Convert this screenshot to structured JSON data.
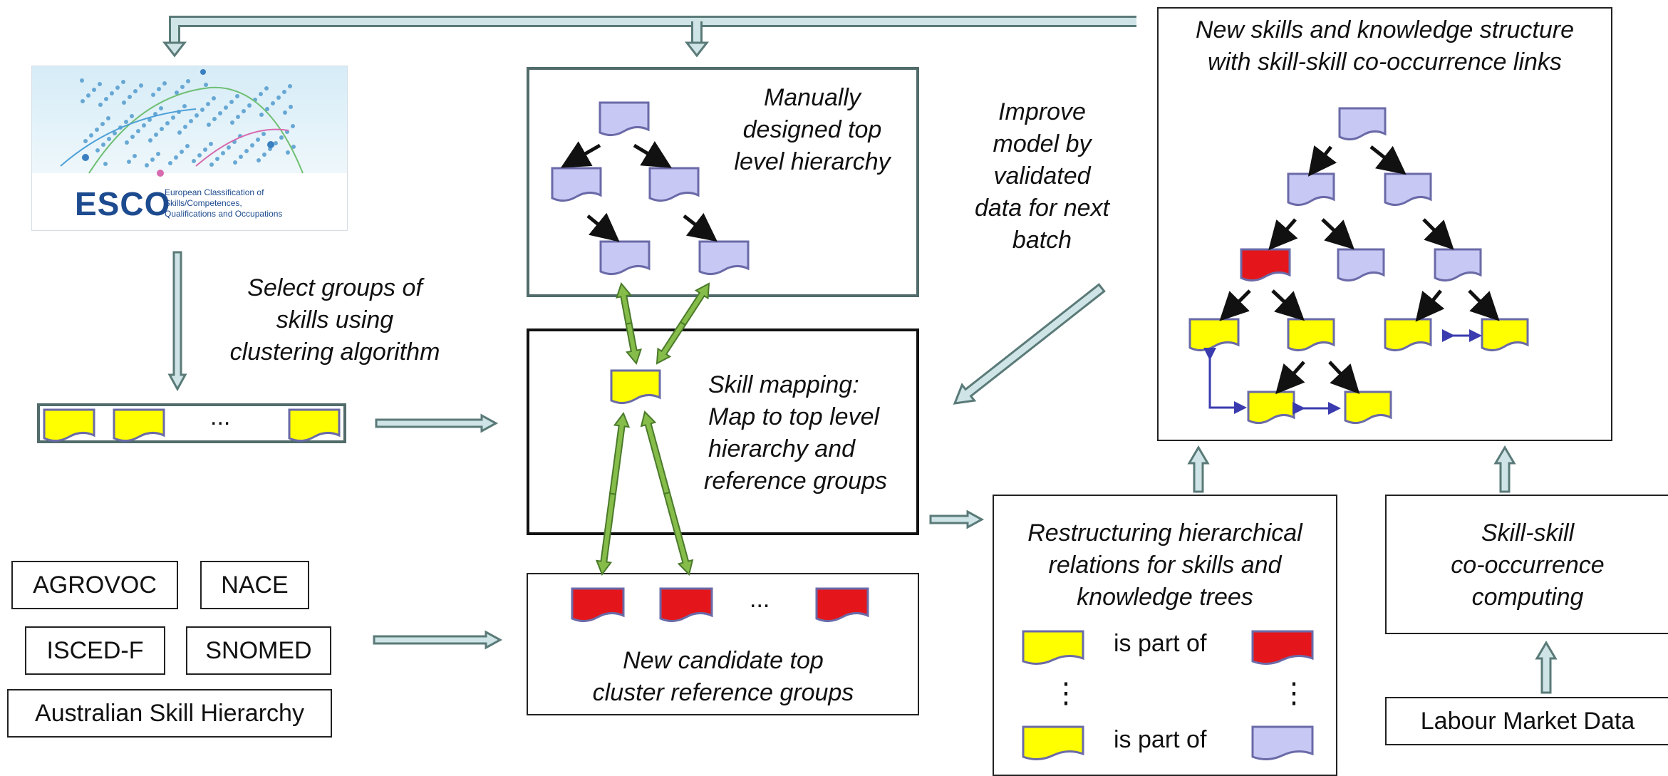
{
  "esco": {
    "logo_text": "ESCO",
    "subtitle_line1": "European Classification of",
    "subtitle_line2": "Skills/Competences,",
    "subtitle_line3": "Qualifications and Occupations"
  },
  "labels": {
    "select_groups": [
      "Select groups of",
      "skills using",
      "clustering algorithm"
    ],
    "ellipsis": "...",
    "manual_hierarchy": [
      "Manually",
      "designed top",
      "level hierarchy"
    ],
    "improve_model": [
      "Improve",
      "model by",
      "validated",
      "data for next",
      "batch"
    ],
    "skill_mapping": [
      "Skill mapping:",
      "Map to top level",
      "hierarchy and",
      "reference groups"
    ],
    "new_candidate": [
      "New candidate top",
      "cluster reference groups"
    ],
    "new_structure": [
      "New skills and knowledge structure",
      "with skill-skill co-occurrence links"
    ],
    "restructuring": [
      "Restructuring hierarchical",
      "relations for skills and",
      "knowledge trees"
    ],
    "is_part_of": "is part of",
    "vertical_dots": "⋮",
    "cooccurrence": [
      "Skill-skill",
      "co-occurrence",
      "computing"
    ],
    "labour_market": "Labour Market Data"
  },
  "sources": {
    "agrovoc": "AGROVOC",
    "nace": "NACE",
    "isced": "ISCED-F",
    "snomed": "SNOMED",
    "australian": "Australian Skill Hierarchy"
  },
  "colors": {
    "lavender": "#c8c8f5",
    "yellow": "#ffff00",
    "red": "#e4161b",
    "green_arrow": "#86bd4a",
    "teal_arrow": "#cfe4e6",
    "teal_outline": "#5a7a78",
    "blue_link": "#3b3bb0"
  }
}
